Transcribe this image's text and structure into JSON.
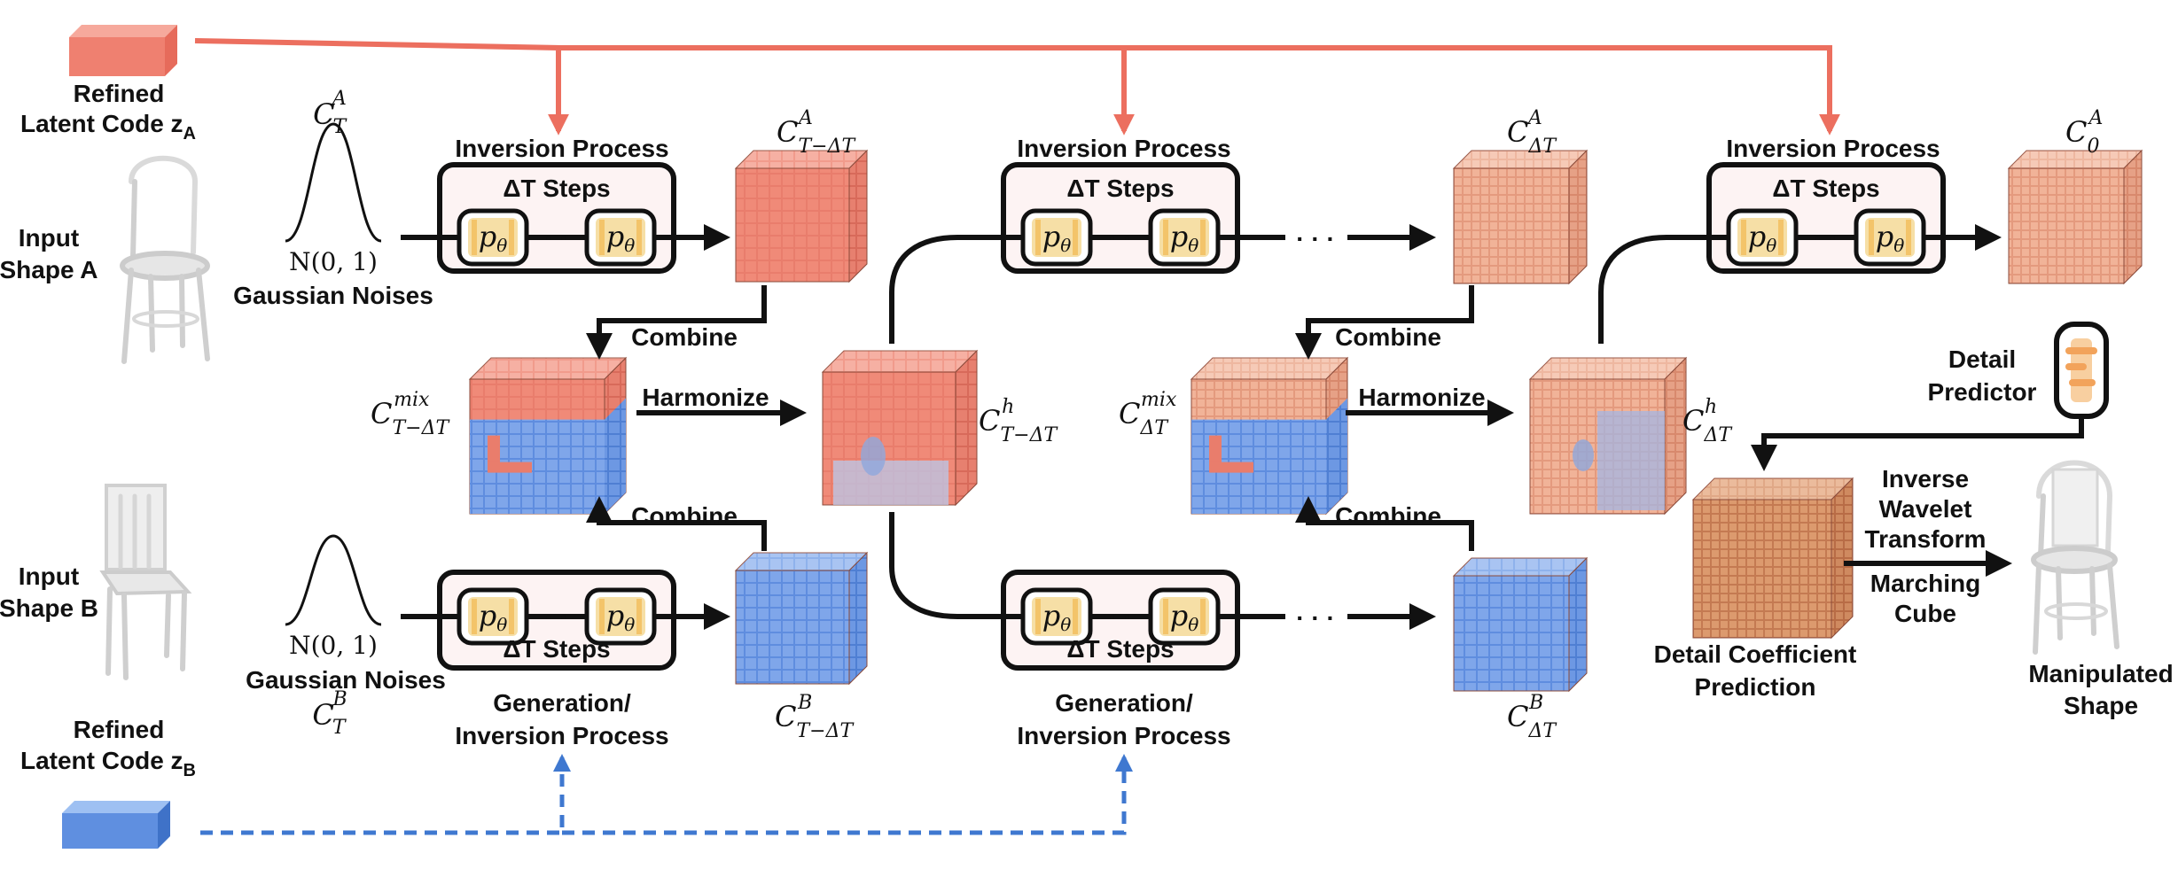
{
  "colors": {
    "accent_red": "#ec6f5f",
    "accent_blue": "#3f78d0",
    "box_fill": "#fdf3f3",
    "ptheta_fill": "#f6dfa6",
    "stroke": "#111111"
  },
  "left": {
    "latent_a_title": "Refined",
    "latent_a_sub": "Latent Code z",
    "latent_a_subscript": "A",
    "latent_b_title": "Refined",
    "latent_b_sub": "Latent Code z",
    "latent_b_subscript": "B",
    "input_a_line1": "Input",
    "input_a_line2": "Shape A",
    "input_b_line1": "Input",
    "input_b_line2": "Shape B"
  },
  "noise": {
    "top_dist": "N(0, 1)",
    "top_label": "Gaussian Noises",
    "bottom_dist": "N(0, 1)",
    "bottom_label": "Gaussian Noises",
    "c_t_a": "C",
    "c_t_a_sub": "T",
    "c_t_a_sup": "A",
    "c_t_b": "C",
    "c_t_b_sub": "T",
    "c_t_b_sup": "B"
  },
  "stage1": {
    "top_title": "Inversion Process",
    "top_steps": "ΔT Steps",
    "bottom_steps": "ΔT Steps",
    "bottom_title_1": "Generation/",
    "bottom_title_2": "Inversion Process",
    "ptheta": "p",
    "ptheta_sub": "θ",
    "dots": "· ·",
    "out_top_sub": "T−ΔT",
    "out_top_sup": "A",
    "out_bottom_sub": "T−ΔT",
    "out_bottom_sup": "B",
    "combine_top": "Combine",
    "combine_bottom": "Combine",
    "mix_sub": "T−ΔT",
    "mix_sup": "mix",
    "harmonize": "Harmonize",
    "h_sub": "T−ΔT",
    "h_sup": "h"
  },
  "stage2": {
    "top_title": "Inversion Process",
    "top_steps": "ΔT Steps",
    "bottom_steps": "ΔT Steps",
    "bottom_title_1": "Generation/",
    "bottom_title_2": "Inversion Process",
    "dots_after": "· · ·",
    "out_top_sub": "ΔT",
    "out_top_sup": "A",
    "out_bottom_sub": "ΔT",
    "out_bottom_sup": "B",
    "combine_top": "Combine",
    "combine_bottom": "Combine",
    "mix_sub": "ΔT",
    "mix_sup": "mix",
    "harmonize": "Harmonize",
    "h_sub": "ΔT",
    "h_sup": "h"
  },
  "stage3": {
    "top_title": "Inversion Process",
    "top_steps": "ΔT Steps",
    "out_sub": "0",
    "out_sup": "A"
  },
  "final": {
    "detail_predictor_1": "Detail",
    "detail_predictor_2": "Predictor",
    "inverse_1": "Inverse",
    "inverse_2": "Wavelet",
    "inverse_3": "Transform",
    "marching_1": "Marching",
    "marching_2": "Cube",
    "coef_1": "Detail Coefficient",
    "coef_2": "Prediction",
    "manip_1": "Manipulated",
    "manip_2": "Shape"
  }
}
